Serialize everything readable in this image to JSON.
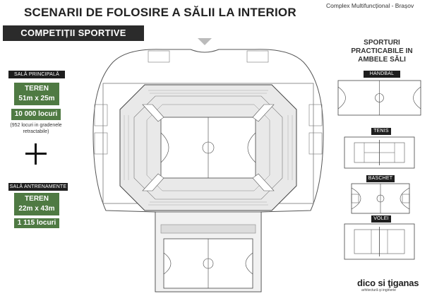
{
  "header": {
    "title": "SCENARII DE FOLOSIRE A SĂLII LA INTERIOR",
    "project": "Complex Multifuncțional - Brașov"
  },
  "banner": {
    "label": "COMPETIȚII SPORTIVE"
  },
  "main_hall": {
    "label": "SALĂ PRINCIPALĂ",
    "court_word": "TEREN",
    "court_size": "51m x 25m",
    "seats": "10 000 locuri",
    "note": "(952 locuri in gradenele retractabile)"
  },
  "training_hall": {
    "label": "SALĂ ANTRENAMENTE",
    "court_word": "TEREN",
    "court_size": "22m x 43m",
    "seats": "1 115 locuri"
  },
  "sports": {
    "heading": "SPORTURI PRACTICABILE IN AMBELE SĂLI",
    "items": [
      "HANDBAL",
      "TENIS",
      "BASCHET",
      "VOLEI"
    ]
  },
  "logo": {
    "name": "dico si ţiganas",
    "tagline": "arhitectură şi inginerie"
  },
  "colors": {
    "green": "#4f7a43",
    "dark": "#1e1e1e"
  }
}
